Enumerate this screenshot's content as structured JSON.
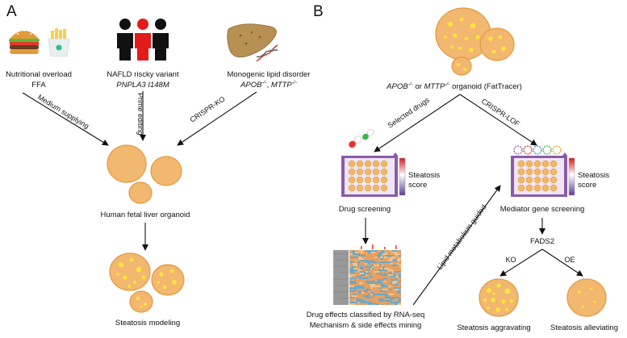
{
  "panelA": {
    "letter": "A",
    "inputs": [
      {
        "title": "Nutritional overload",
        "subtitle": "FFA"
      },
      {
        "title": "NAFLD riscky variant",
        "subtitle": "PNPLA3 I148M"
      },
      {
        "title": "Monogenic lipid disorder",
        "subtitle_gene1": "APOB",
        "subtitle_sep": ", ",
        "subtitle_gene2": "MTTP",
        "superscript": "-/-"
      }
    ],
    "arrows": {
      "medium": "Medium supplying",
      "prime": "Prime editing",
      "crispr": "CRISPR-KO"
    },
    "organoid_label": "Human fetal liver organoid",
    "outcome_label": "Steatosis modeling"
  },
  "panelB": {
    "letter": "B",
    "top_label_gene1": "APOB",
    "top_label_mid": " or ",
    "top_label_gene2": "MTTP",
    "top_label_rest": " organoid (FatTracer)",
    "superscript": "-/-",
    "arrows": {
      "drugs": "Selected drugs",
      "crispr_lof": "CRISPR-LOF",
      "lipid": "Lipid metabolism guided",
      "ko": "KO",
      "oe": "OE"
    },
    "score_label_line1": "Steatosis",
    "score_label_line2": "score",
    "drug_screening": "Drug screening",
    "mediator_screening": "Mediator gene screening",
    "gene": "FADS2",
    "drug_effects_line1": "Drug effects classified by RNA-seq",
    "drug_effects_line2": "Mechanism & side effects mining",
    "aggravating": "Steatosis aggravating",
    "alleviating": "Steatosis alleviating"
  },
  "colors": {
    "organoid_fill": "#f2b870",
    "organoid_stroke": "#e09a3e",
    "lipid_droplet": "#ffe838",
    "plate_purple": "#8a5ca8",
    "well_fill": "#f0b868",
    "person_red": "#e21b1b",
    "person_black": "#111111",
    "heatmap_orange": "#e8a060",
    "heatmap_blue": "#6fa8c8"
  }
}
